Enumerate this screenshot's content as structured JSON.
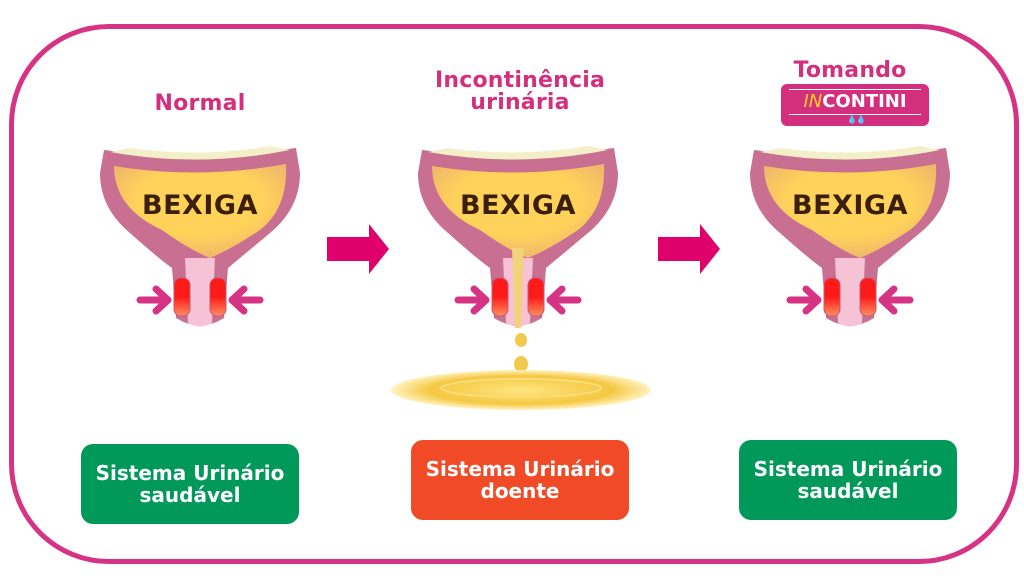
{
  "stages": [
    {
      "title_lines": [
        "Normal"
      ],
      "organ_label": "BEXIGA",
      "leaking": false,
      "status_lines": [
        "Sistema Urinário",
        "saudável"
      ],
      "status_color": "#00995a"
    },
    {
      "title_lines": [
        "Incontinência",
        "urinária"
      ],
      "organ_label": "BEXIGA",
      "leaking": true,
      "status_lines": [
        "Sistema Urinário",
        "doente"
      ],
      "status_color": "#f04a27"
    },
    {
      "title_lines": [
        "Tomando"
      ],
      "brand": {
        "prefix": "IN",
        "name": "CONTINI"
      },
      "organ_label": "BEXIGA",
      "leaking": false,
      "status_lines": [
        "Sistema Urinário",
        "saudável"
      ],
      "status_color": "#00995a"
    }
  ],
  "colors": {
    "frame": "#d63384",
    "accent": "#d42f7e",
    "arrow": "#e0006c",
    "urine": "#ffd35a",
    "sphincter": "#ff2020"
  },
  "icons": {
    "flow_arrow": "arrow-right-icon",
    "squeeze_arrows": "arrow-inward-icon",
    "drops": "water-drops-icon"
  }
}
